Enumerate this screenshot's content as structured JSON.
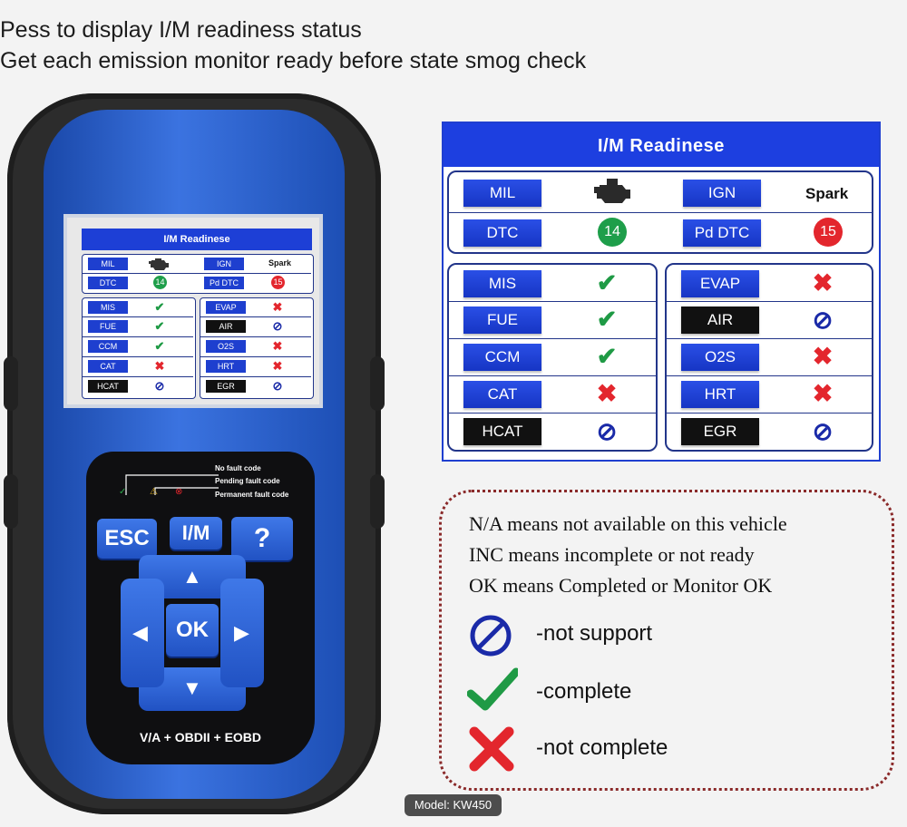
{
  "header": {
    "line1": "Pess to display I/M readiness status",
    "line2": "Get each emission monitor ready before state smog check"
  },
  "panel": {
    "title": "I/M Readinese",
    "top": {
      "mil_label": "MIL",
      "mil_icon": "engine-icon",
      "ign_label": "IGN",
      "ign_value": "Spark",
      "dtc_label": "DTC",
      "dtc_value": "14",
      "pddtc_label": "Pd DTC",
      "pddtc_value": "15"
    },
    "left_monitors": [
      {
        "label": "MIS",
        "status": "check",
        "dark": false
      },
      {
        "label": "FUE",
        "status": "check",
        "dark": false
      },
      {
        "label": "CCM",
        "status": "check",
        "dark": false
      },
      {
        "label": "CAT",
        "status": "cross",
        "dark": false
      },
      {
        "label": "HCAT",
        "status": "not-supported",
        "dark": true
      }
    ],
    "right_monitors": [
      {
        "label": "EVAP",
        "status": "cross",
        "dark": false
      },
      {
        "label": "AIR",
        "status": "not-supported",
        "dark": true
      },
      {
        "label": "O2S",
        "status": "cross",
        "dark": false
      },
      {
        "label": "HRT",
        "status": "cross",
        "dark": false
      },
      {
        "label": "EGR",
        "status": "not-supported",
        "dark": true
      }
    ],
    "colors": {
      "dtc_green": "#1e9e4a",
      "pddtc_red": "#e3262d",
      "title_blue": "#1d3fe0"
    }
  },
  "device": {
    "screen_title": "I/M Readinese",
    "legend": {
      "no_fault": "No fault code",
      "pending": "Pending fault code",
      "permanent": "Permanent fault code"
    },
    "keys": {
      "esc": "ESC",
      "im": "I/M",
      "help": "?",
      "ok": "OK"
    },
    "label": "V/A + OBDII + EOBD"
  },
  "legend": {
    "na": "N/A means not available on this vehicle",
    "inc": "INC means incomplete or not ready",
    "ok": "OK  means Completed or Monitor OK",
    "not_support": "-not support",
    "complete": "-complete",
    "not_complete": "-not complete"
  },
  "model_tag": "Model: KW450"
}
